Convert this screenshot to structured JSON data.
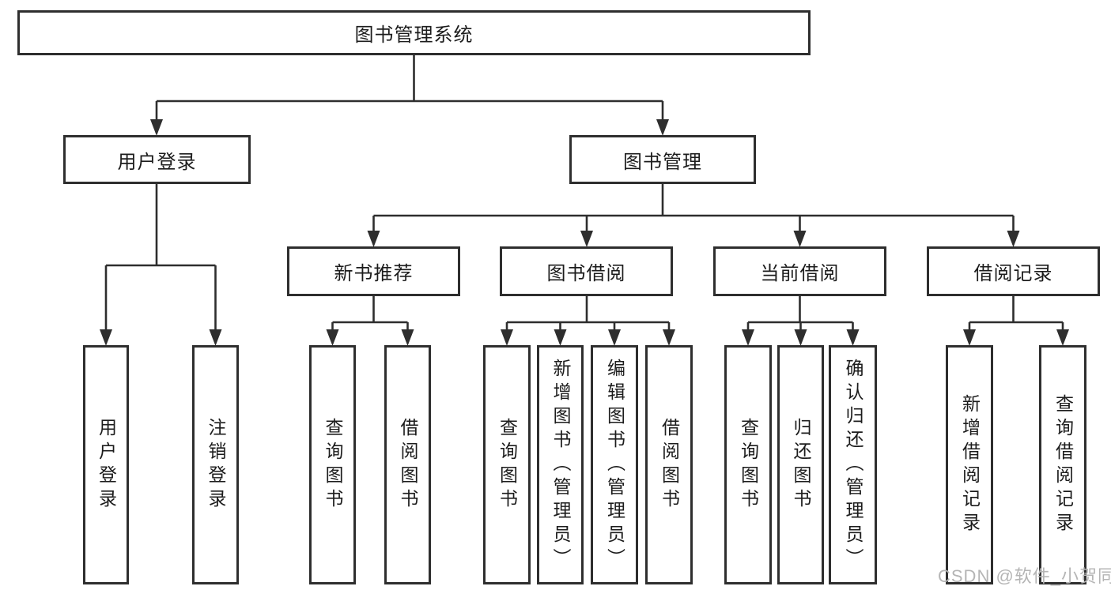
{
  "colors": {
    "line": "#2e2e2e",
    "box_border": "#2e2e2e",
    "box_bg": "#ffffff",
    "text": "#1c1c1c",
    "watermark": "#b5b5b5",
    "page_bg": "#ffffff"
  },
  "root": {
    "label": "图书管理系统"
  },
  "level2": [
    {
      "label": "用户登录"
    },
    {
      "label": "图书管理"
    }
  ],
  "level3": [
    {
      "label": "新书推荐",
      "parent": "图书管理"
    },
    {
      "label": "图书借阅",
      "parent": "图书管理"
    },
    {
      "label": "当前借阅",
      "parent": "图书管理"
    },
    {
      "label": "借阅记录",
      "parent": "图书管理"
    }
  ],
  "leaves": [
    {
      "label": "用户登录",
      "parent": "用户登录"
    },
    {
      "label": "注销登录",
      "parent": "用户登录"
    },
    {
      "label": "查询图书",
      "parent": "新书推荐"
    },
    {
      "label": "借阅图书",
      "parent": "新书推荐"
    },
    {
      "label": "查询图书",
      "parent": "图书借阅"
    },
    {
      "label": "新增图书（管理员）",
      "parent": "图书借阅"
    },
    {
      "label": "编辑图书（管理员）",
      "parent": "图书借阅"
    },
    {
      "label": "借阅图书",
      "parent": "图书借阅"
    },
    {
      "label": "查询图书",
      "parent": "当前借阅"
    },
    {
      "label": "归还图书",
      "parent": "当前借阅"
    },
    {
      "label": "确认归还（管理员）",
      "parent": "当前借阅"
    },
    {
      "label": "新增借阅记录",
      "parent": "借阅记录"
    },
    {
      "label": "查询借阅记录",
      "parent": "借阅记录"
    }
  ],
  "watermark": "CSDN @软件_小贺同学"
}
